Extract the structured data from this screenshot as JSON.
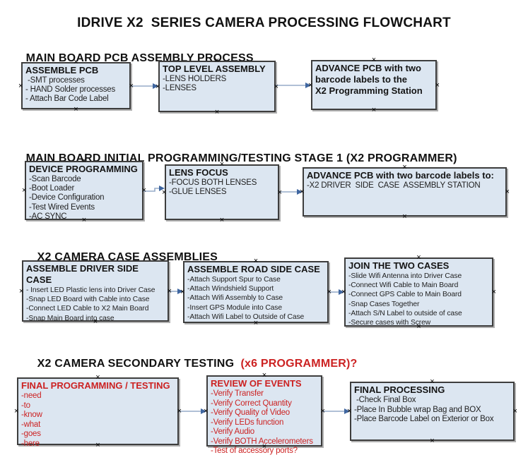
{
  "title": "IDRIVE X2  SERIES CAMERA PROCESSING FLOWCHART",
  "glyphs": {
    "handle": "×"
  },
  "colors": {
    "page-bg": "#ffffff",
    "box-fill": "#dce6f1",
    "box-border": "#3d3d3d",
    "box-shadow": "#b0b0b0",
    "connector": "#96abc9",
    "arrow": "#3f66a0",
    "red": "#cc2222"
  },
  "sections": [
    {
      "header": {
        "text": "MAIN BOARD PCB ASSEMBLY PROCESS",
        "accent": ""
      },
      "boxes": [
        {
          "title": "ASSEMBLE PCB",
          "items": [
            " -SMT processes",
            "- HAND Solder processes",
            "- Attach Bar Code Label"
          ]
        },
        {
          "title": "TOP LEVEL ASSEMBLY",
          "items": [
            "-LENS HOLDERS",
            "-LENSES"
          ]
        },
        {
          "title": "ADVANCE PCB with two\nbarcode labels to the\n X2 Programming Station",
          "items": []
        }
      ]
    },
    {
      "header": {
        "text": "MAIN BOARD INITIAL PROGRAMMING/TESTING STAGE 1 (X2 PROGRAMMER)",
        "accent": ""
      },
      "boxes": [
        {
          "title": "DEVICE PROGRAMMING",
          "items": [
            "-Scan Barcode",
            "-Boot Loader",
            "-Device Configuration",
            "-Test Wired Events",
            "-AC SYNC"
          ]
        },
        {
          "title": "LENS FOCUS",
          "items": [
            "-FOCUS BOTH LENSES",
            "-GLUE LENSES"
          ]
        },
        {
          "title": "ADVANCE PCB with two barcode labels to:",
          "items": [
            "-X2 DRIVER  SIDE  CASE  ASSEMBLY STATION"
          ]
        }
      ]
    },
    {
      "header": {
        "text": "X2 CAMERA CASE ASSEMBLIES",
        "accent": ""
      },
      "boxes": [
        {
          "title": "ASSEMBLE DRIVER SIDE CASE",
          "items": [
            "- Insert LED Plastic lens into Driver Case",
            "-Snap LED Board with Cable into Case",
            "-Connect LED Cable to X2 Main Board",
            "-Snap Main Board into case"
          ]
        },
        {
          "title": "ASSEMBLE ROAD SIDE CASE",
          "items": [
            "-Attach Support Spur to Case",
            "-Attach Windshield Support",
            "-Attach Wifi Assembly to Case",
            "-Insert GPS Module into Case",
            "-Attach Wifi Label to Outside of Case"
          ]
        },
        {
          "title": "JOIN THE TWO CASES",
          "items": [
            "-Slide Wifi Antenna into Driver Case",
            "-Connect Wifi Cable to Main Board",
            "-Connect GPS Cable to Main Board",
            "-Snap Cases Together",
            "-Attach S/N Label to outside of case",
            "-Secure cases with Screw"
          ]
        }
      ]
    },
    {
      "header": {
        "text": "X2 CAMERA SECONDARY TESTING  ",
        "accent": "(x6 PROGRAMMER)?"
      },
      "boxes": [
        {
          "title": "FINAL PROGRAMMING / TESTING",
          "items": [
            "-need",
            "-to",
            "-know",
            "-what",
            "-goes",
            "-here"
          ]
        },
        {
          "title": "REVIEW OF EVENTS",
          "items": [
            "-Verify Transfer",
            "-Verify Correct Quantity",
            "-Verify Quality of Video",
            "-Verify LEDs function",
            "-Verify Audio",
            "-Verify BOTH Accelerometers",
            "-Test of accessory ports?"
          ]
        },
        {
          "title": "FINAL PROCESSING",
          "items": [
            " -Check Final Box",
            "-Place In Bubble wrap Bag and BOX",
            "-Place Barcode Label on Exterior or Box"
          ]
        }
      ]
    }
  ]
}
